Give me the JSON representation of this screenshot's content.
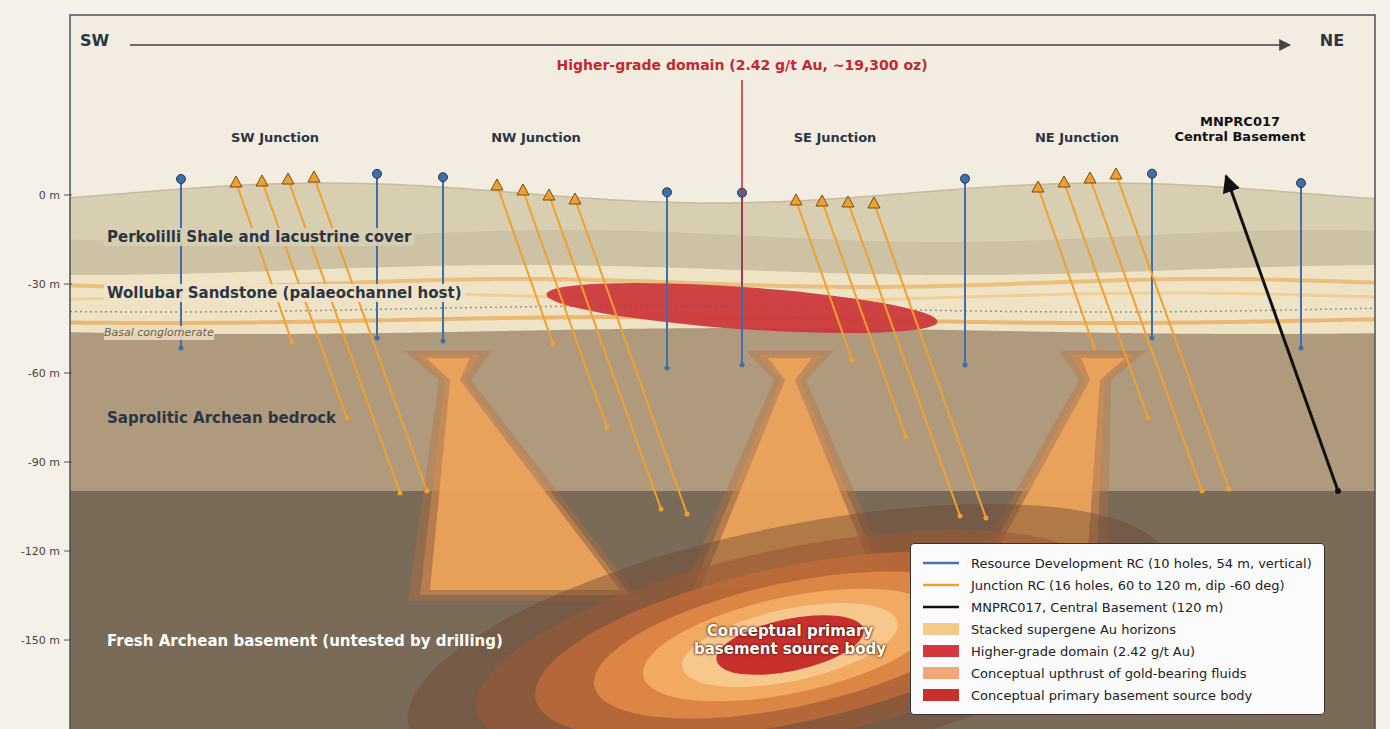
{
  "diagram": {
    "nodes": [
      {
        "text": [
          "Perkolilli Shale and lacustrine cover"
        ]
      },
      {
        "text": [
          "Wollubar Sandstone (palaeochannel host)"
        ]
      },
      {
        "text": [
          "Basal conglomerate"
        ]
      },
      {
        "text": [
          "Saprolitic Archean bedrock"
        ]
      },
      {
        "text": [
          "Fresh Archean basement (untested by drilling)"
        ]
      },
      {
        "text": [
          "Conceptual primary basement source body"
        ],
        "in": 4
      }
    ],
    "labels": [
      "SW",
      "NE",
      "Higher-grade domain (2.42 g/t Au, ~19,300 oz)",
      "SW Junction",
      "NW Junction",
      "SE Junction",
      "NE Junction",
      "MNPRC017 Central Basement",
      "0 m",
      "-30 m",
      "-60 m",
      "-90 m",
      "-120 m",
      "-150 m"
    ],
    "legend": [
      {
        "text": "Resource Development RC (10 holes, 54 m, vertical)"
      },
      {
        "text": "Junction RC (16 holes, 60 to 120 m, dip -60 deg)"
      },
      {
        "text": "MNPRC017, Central Basement (120 m)"
      },
      {
        "text": "Stacked supergene Au horizons",
        "color": "#f4c98a"
      },
      {
        "text": "Higher-grade domain (2.42 g/t Au)",
        "color": "#d2383c"
      },
      {
        "text": "Conceptual upthrust of gold-bearing fluids",
        "color": "#f0a77a"
      },
      {
        "text": "Conceptual primary basement source body",
        "color": "#c8302e"
      }
    ]
  }
}
